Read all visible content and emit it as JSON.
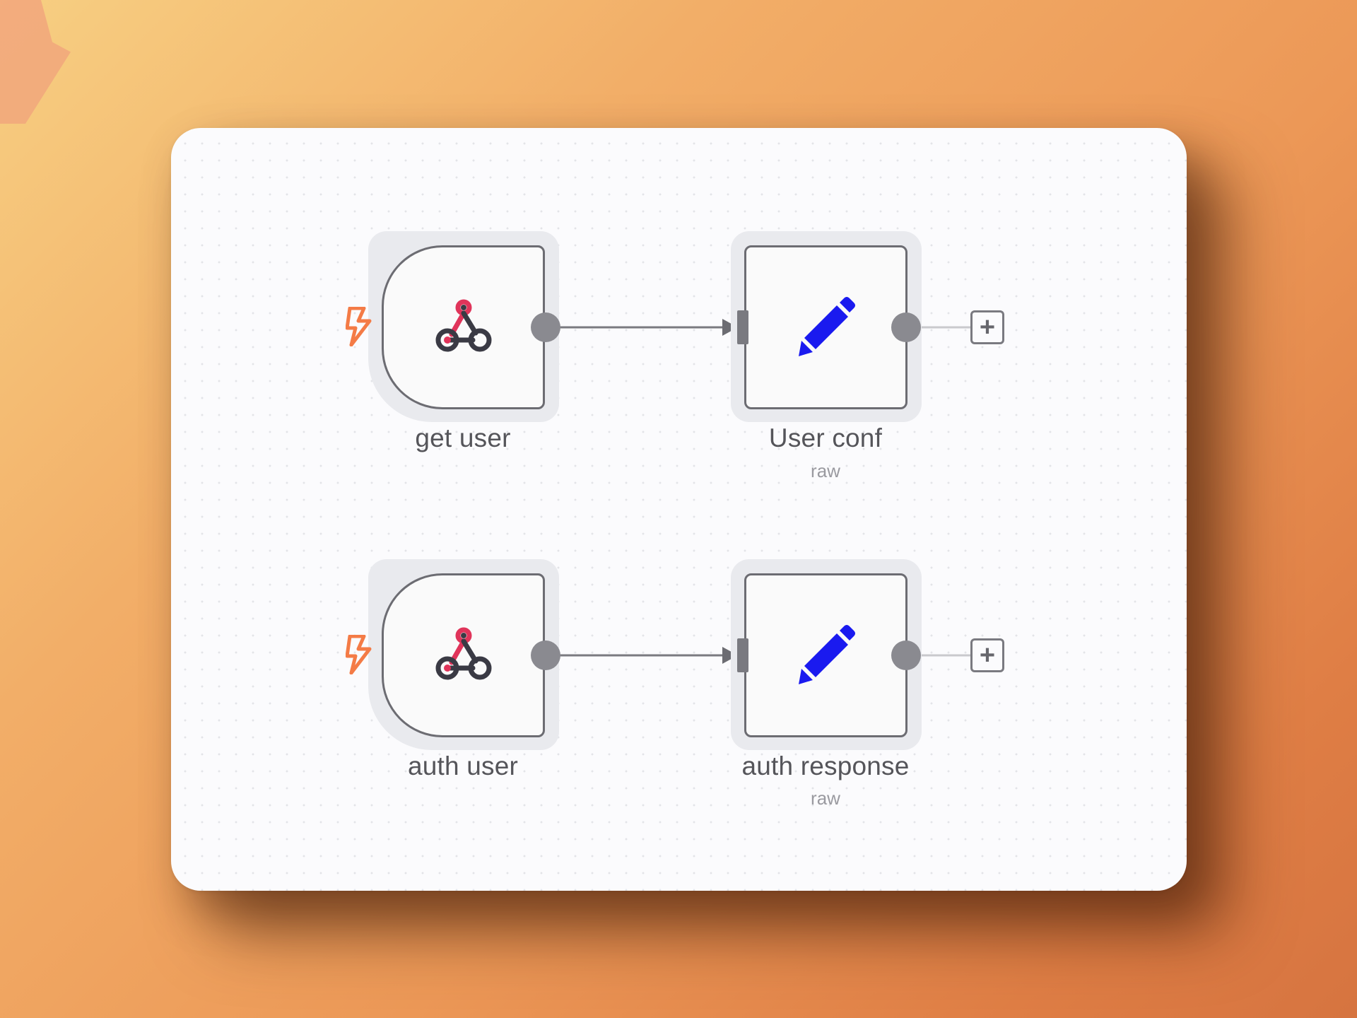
{
  "workflow": {
    "nodes": [
      {
        "name": "get user",
        "type": "webhook-trigger",
        "icon": "webhook-icon"
      },
      {
        "name": "User conf",
        "subtitle": "raw",
        "type": "set",
        "icon": "pencil-icon"
      },
      {
        "name": "auth user",
        "type": "webhook-trigger",
        "icon": "webhook-icon"
      },
      {
        "name": "auth response",
        "subtitle": "raw",
        "type": "set",
        "icon": "pencil-icon"
      }
    ],
    "add_button_glyph": "+"
  },
  "colors": {
    "background_gradient": [
      "#f7cf82",
      "#d67440"
    ],
    "canvas": "#fbfbfd",
    "node_border": "#6c6c72",
    "connector": "#7a7a80",
    "handle": "#8a8a90",
    "pencil": "#1a1aef",
    "webhook_pink": "#e0345a",
    "webhook_dark": "#3a3a44",
    "trigger_bolt": "#f47b46"
  }
}
